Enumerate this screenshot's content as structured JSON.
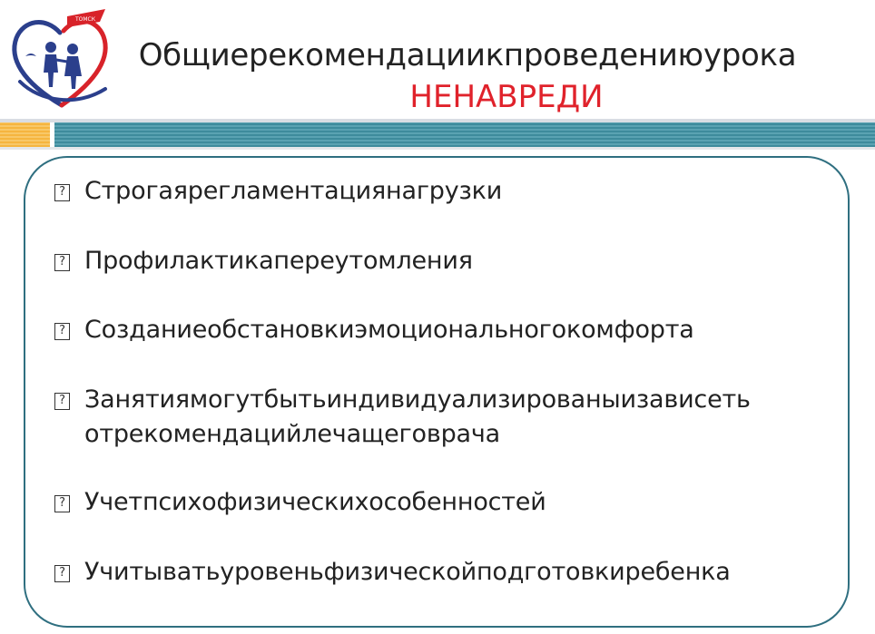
{
  "header": {
    "title": "Общиерекомендациикпроведениюурока",
    "subtitle": "НЕНАВРЕДИ",
    "logo_icon": "children-heart-logo-icon",
    "logo_text": "ТОМСК"
  },
  "colors": {
    "title": "#222222",
    "subtitle": "#e0222b",
    "band_orange": "#f5b53f",
    "band_teal": "#3e8b9c",
    "box_border": "#2f6f80"
  },
  "list": {
    "bullet_icon": "missing-glyph-icon",
    "items": [
      {
        "text": "Строгаярегламентациянагрузки"
      },
      {
        "text": "Профилактикапереутомления"
      },
      {
        "text": "Созданиеобстановкиэмоциональногокомфорта"
      },
      {
        "text": "Занятиямогутбытьиндивидуализированыизависеть\nотрекомендацийлечащеговрача"
      },
      {
        "text": "Учетпсихофизическихособенностей"
      },
      {
        "text": "Учитыватьуровеньфизическойподготовкиребенка"
      }
    ]
  }
}
